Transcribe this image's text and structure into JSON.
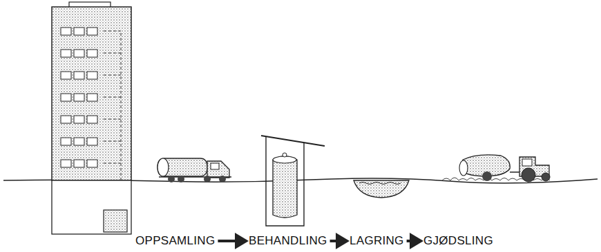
{
  "diagram": {
    "nodes": [
      {
        "text": [
          "OPPSAMLING"
        ]
      },
      {
        "text": [
          "BEHANDLING"
        ]
      },
      {
        "text": [
          "LAGRING"
        ]
      },
      {
        "text": [
          "GJØDSLING"
        ]
      }
    ],
    "edges": [
      {
        "from": 0,
        "to": 1,
        "arrow": "to"
      },
      {
        "from": 1,
        "to": 2,
        "arrow": "to"
      },
      {
        "from": 2,
        "to": 3,
        "arrow": "to"
      }
    ]
  }
}
